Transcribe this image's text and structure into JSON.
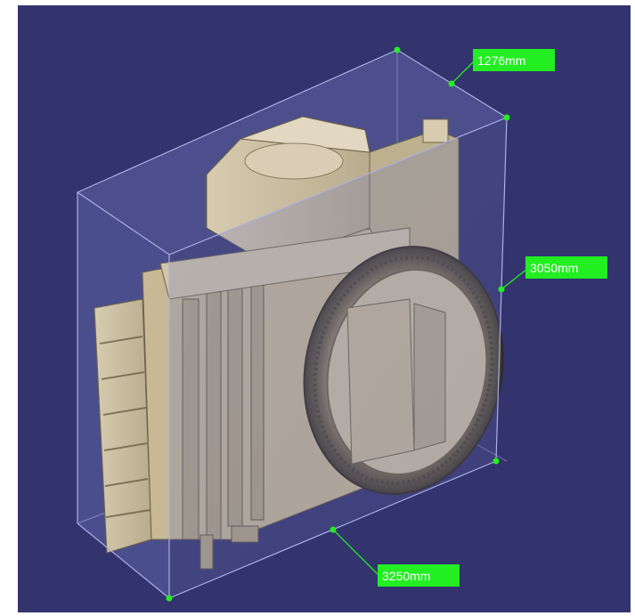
{
  "viewer": {
    "background_color": "#33336e",
    "bounding_box_color": "#aab0e6",
    "label_bg_color": "#22ee22",
    "label_text_color": "#ffffff",
    "model_color": "#cfc2a3"
  },
  "dimensions": {
    "depth": "1276mm",
    "height": "3050mm",
    "width": "3250mm"
  }
}
